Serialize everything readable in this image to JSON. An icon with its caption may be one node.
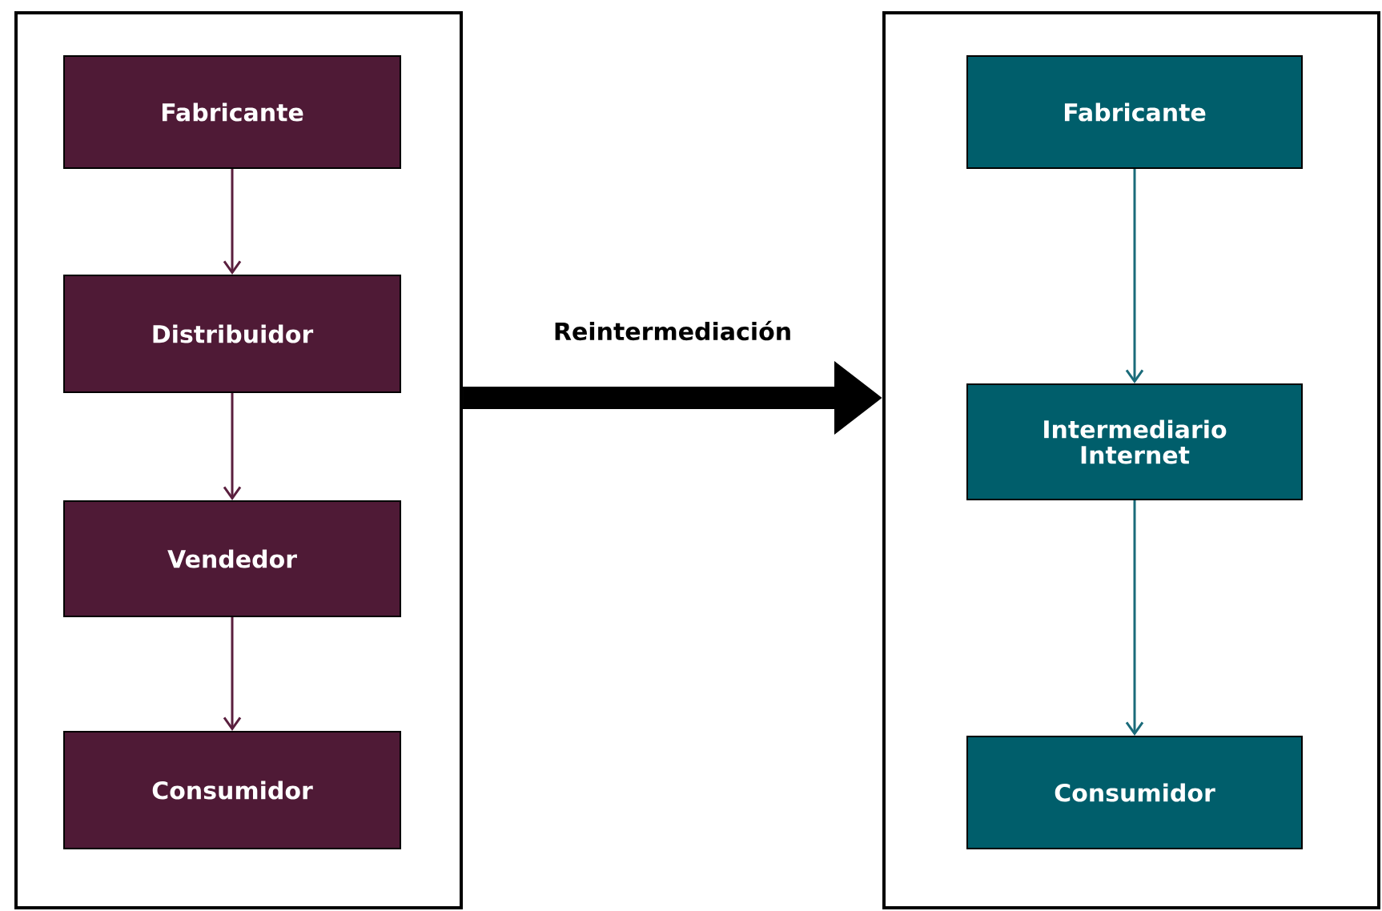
{
  "diagram": {
    "nodes": [
      {
        "text": [],
        "shape": "box"
      },
      {
        "text": [
          "Fabricante"
        ],
        "in": 0
      },
      {
        "text": [
          "Distribuidor"
        ],
        "in": 0
      },
      {
        "text": [
          "Vendedor"
        ],
        "in": 0
      },
      {
        "text": [
          "Consumidor"
        ],
        "in": 0
      },
      {
        "text": [],
        "shape": "box"
      },
      {
        "text": [
          "Fabricante"
        ],
        "in": 5
      },
      {
        "text": [
          "Intermediario Internet"
        ],
        "in": 5
      },
      {
        "text": [
          "Consumidor"
        ],
        "in": 5
      }
    ],
    "edges": [
      {
        "from": 1,
        "to": 2,
        "arrow": "to"
      },
      {
        "from": 2,
        "to": 3,
        "arrow": "to"
      },
      {
        "from": 3,
        "to": 4,
        "arrow": "to"
      },
      {
        "from": 6,
        "to": 7,
        "arrow": "to",
        "color": "#1a6b7a"
      },
      {
        "from": 7,
        "to": 8,
        "arrow": "to",
        "color": "#1a6b7a"
      },
      {
        "from": 0,
        "to": 5,
        "arrow": "to",
        "label": "Reintermediación",
        "style": "thick",
        "color": "#000000"
      }
    ]
  }
}
